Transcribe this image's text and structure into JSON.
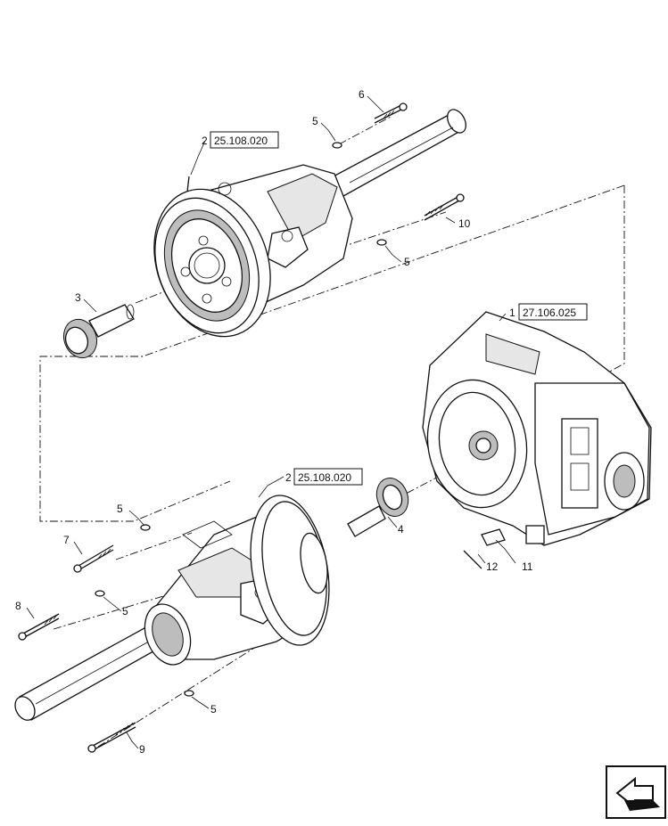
{
  "callouts": {
    "c1": {
      "num": "1",
      "ref": "27.106.025"
    },
    "c2_upper": {
      "num": "2",
      "ref": "25.108.020"
    },
    "c2_lower": {
      "num": "2",
      "ref": "25.108.020"
    },
    "c3": "3",
    "c4": "4",
    "c5_a": "5",
    "c5_b": "5",
    "c5_c": "5",
    "c5_d": "5",
    "c5_e": "5",
    "c6": "6",
    "c7": "7",
    "c8": "8",
    "c9": "9",
    "c10": "10",
    "c11": "11",
    "c12": "12"
  },
  "nav": {
    "icon": "previous-page-arrow-icon"
  }
}
